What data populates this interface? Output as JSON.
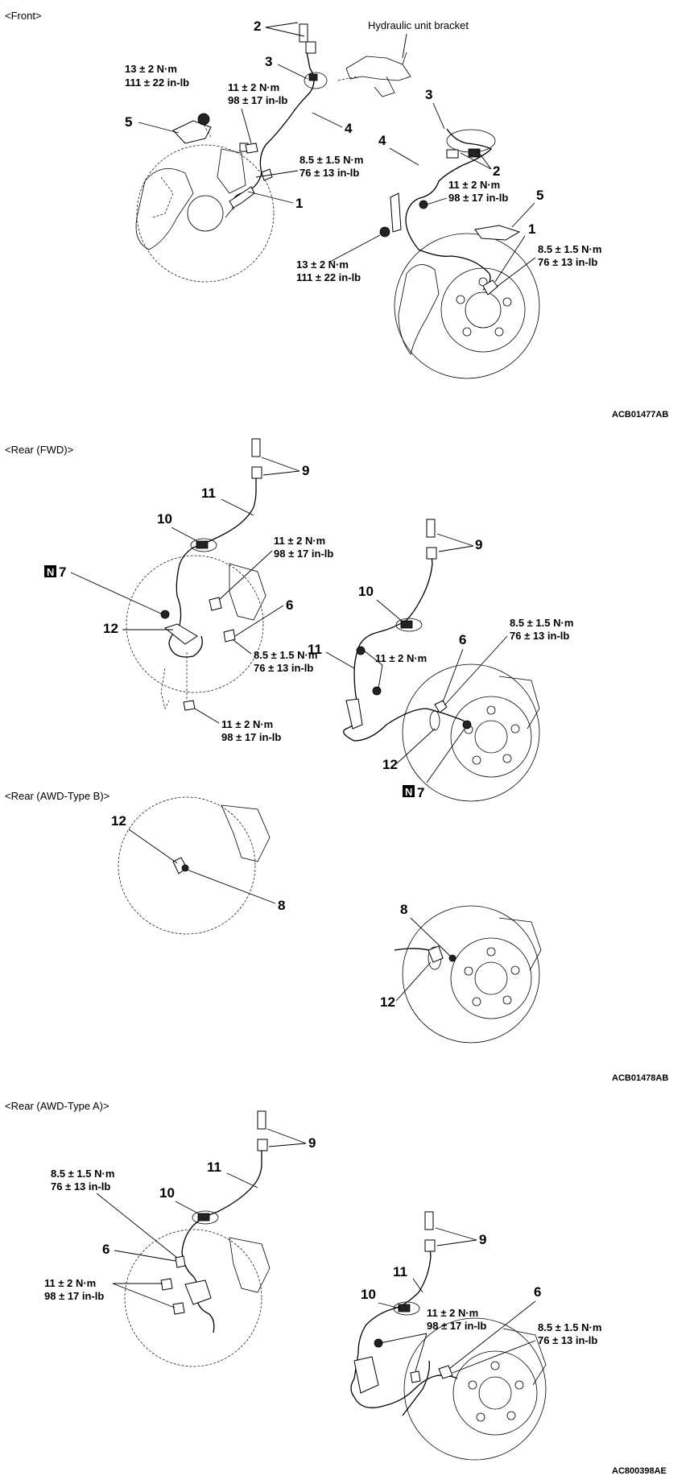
{
  "sections": {
    "front": "<Front>",
    "rear_fwd": "<Rear (FWD)>",
    "rear_awd_b": "<Rear (AWD-Type B)>",
    "rear_awd_a": "<Rear (AWD-Type A)>"
  },
  "refs": {
    "front": "ACB01477AB",
    "rear_fwd_b": "ACB01478AB",
    "rear_awd_a": "AC800398AE"
  },
  "labels": {
    "hydraulic_bracket": "Hydraulic unit bracket",
    "n_mark": "N"
  },
  "torque": {
    "t13_nm": "13 ± 2 N·m",
    "t13_inlb": "111 ± 22 in-lb",
    "t11_nm": "11 ± 2 N·m",
    "t11_inlb": "98 ± 17 in-lb",
    "t85_nm": "8.5 ± 1.5 N·m",
    "t85_inlb": "76 ± 13 in-lb"
  },
  "parts": {
    "p1": "1",
    "p2": "2",
    "p3": "3",
    "p4": "4",
    "p5": "5",
    "p6": "6",
    "p7": "7",
    "p8": "8",
    "p9": "9",
    "p10": "10",
    "p11": "11",
    "p12": "12"
  }
}
